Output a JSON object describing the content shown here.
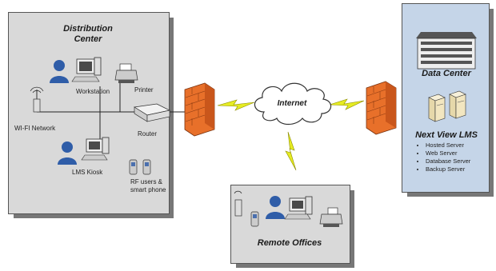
{
  "distribution_center": {
    "title": "Distribution\nCenter",
    "workstation": "Workstation",
    "printer": "Printer",
    "wifi": "WI-FI Network",
    "router": "Router",
    "kiosk": "LMS Kiosk",
    "rf": "RF users &\nsmart phone"
  },
  "internet": {
    "label": "Internet"
  },
  "remote_offices": {
    "title": "Remote Offices"
  },
  "data_center": {
    "title": "Data Center",
    "lms_title": "Next View LMS",
    "servers": [
      "Hosted Server",
      "Web Server",
      "Database Server",
      "Backup Server"
    ]
  },
  "colors": {
    "panel_gray": "#d9d9d9",
    "panel_blue": "#c5d5e8",
    "firewall": "#e8702a",
    "lightning": "#e6ec22",
    "user_blue": "#2f5da8"
  }
}
